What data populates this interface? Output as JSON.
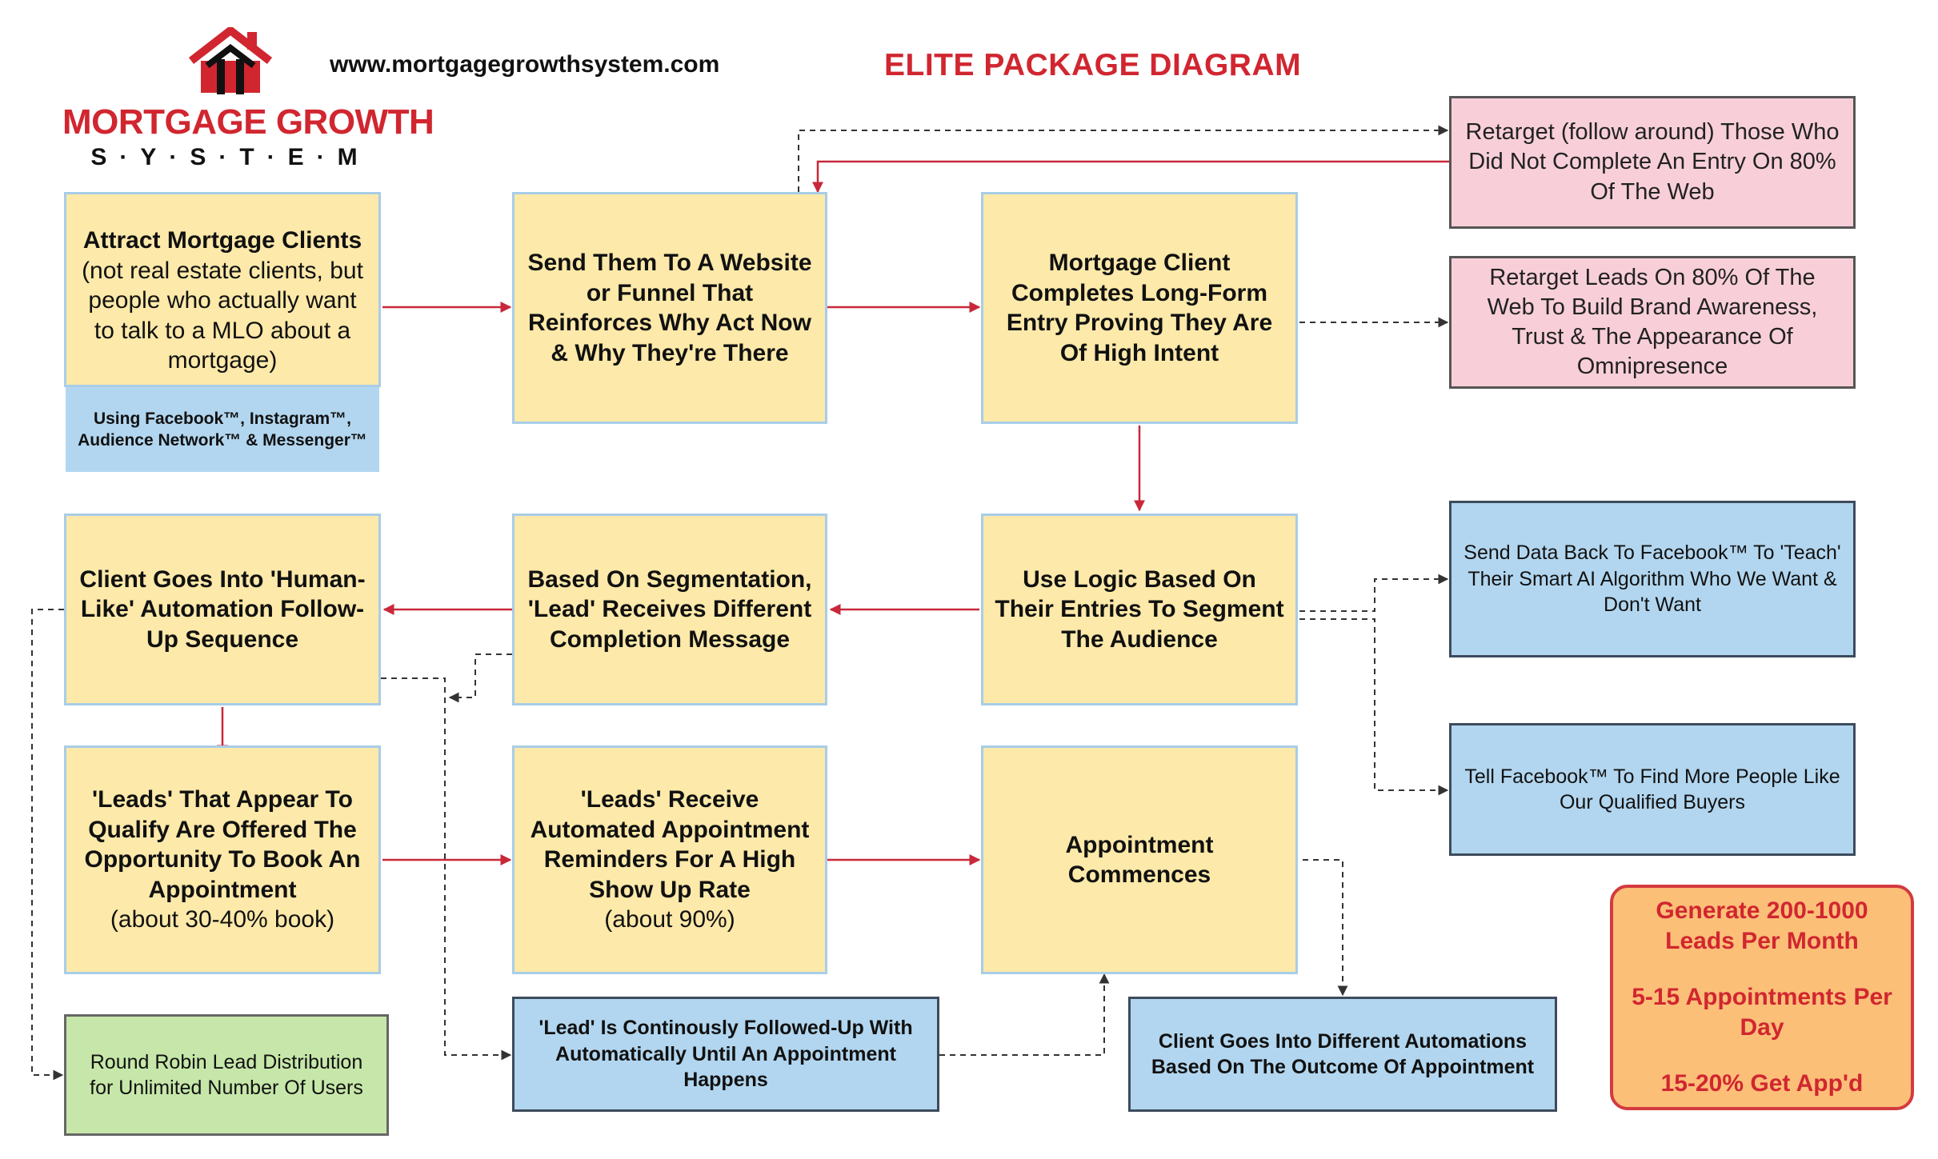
{
  "header": {
    "website": "www.mortgagegrowthsystem.com",
    "title": "ELITE PACKAGE DIAGRAM"
  },
  "logo": {
    "wordmark": "MORTGAGE GROWTH",
    "subtitle": "S·Y·S·T·E·M",
    "icon": "house-icon",
    "brand_color": "#d12630"
  },
  "colors": {
    "arrow_red": "#c8283a",
    "arrow_dashed": "#333333",
    "step_fill": "#fde9a9",
    "retarget_fill": "#f8cfd9",
    "facebook_fill": "#b2d6ef",
    "distribution_fill": "#c6e7a9",
    "stats_fill": "#fbbf78"
  },
  "nodes": {
    "attract": {
      "title": "Attract Mortgage Clients",
      "body": "(not real estate clients, but people who actually want to talk to a MLO about a mortgage)",
      "channels": "Using Facebook™, Instagram™, Audience Network™ & Messenger™"
    },
    "website": {
      "title": "Send Them To A Website or Funnel That Reinforces Why Act Now & Why They're There"
    },
    "long_form": {
      "title": "Mortgage Client Completes Long-Form Entry Proving They Are Of High Intent"
    },
    "retarget_follow": {
      "text": "Retarget (follow around) Those Who Did Not Complete An Entry On 80% Of The Web"
    },
    "retarget_leads": {
      "text": "Retarget Leads On 80% Of The Web To Build Brand Awareness, Trust & The Appearance Of Omnipresence"
    },
    "logic": {
      "title": "Use Logic Based On Their Entries To Segment The Audience"
    },
    "segmentation": {
      "title": "Based On Segmentation, 'Lead' Receives Different Completion Message"
    },
    "human_like": {
      "title": "Client Goes Into 'Human-Like' Automation Follow-Up Sequence"
    },
    "send_data": {
      "text": "Send Data Back To Facebook™ To 'Teach' Their Smart AI Algorithm Who We Want & Don't Want"
    },
    "find_more": {
      "text": "Tell Facebook™ To Find More People Like Our Qualified Buyers"
    },
    "qualify": {
      "title": "'Leads' That Appear To Qualify Are Offered The Opportunity To Book An Appointment",
      "body": "(about 30-40% book)"
    },
    "reminders": {
      "title": "'Leads' Receive Automated Appointment Reminders For A High Show Up Rate",
      "body": "(about 90%)"
    },
    "commences": {
      "title": "Appointment Commences"
    },
    "followed_up": {
      "text": "'Lead' Is Continously Followed-Up With Automatically Until An Appointment Happens"
    },
    "outcome": {
      "text": "Client Goes Into Different Automations Based On The Outcome Of Appointment"
    },
    "round_robin": {
      "text": "Round Robin Lead Distribution for Unlimited Number Of Users"
    }
  },
  "stats": {
    "line1": "Generate 200-1000 Leads Per Month",
    "line2": "5-15 Appointments Per Day",
    "line3": "15-20% Get App'd"
  }
}
